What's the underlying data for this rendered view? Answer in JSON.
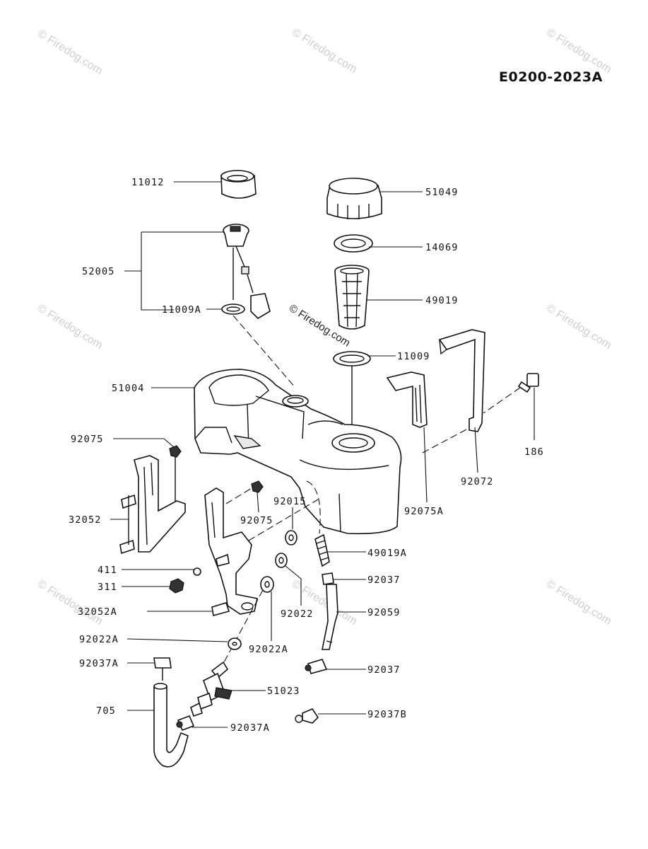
{
  "diagram_code": "E0200-2023A",
  "watermark_text": "© Firedog.com",
  "center_watermark_text": "© Firedog.com",
  "part_numbers": {
    "p11012": "11012",
    "p51049": "51049",
    "p14069": "14069",
    "p52005": "52005",
    "p49019": "49019",
    "p11009A": "11009A",
    "p11009": "11009",
    "p51004": "51004",
    "p92075": "92075",
    "p186": "186",
    "p32052": "32052",
    "p92075b": "92075",
    "p92015": "92015",
    "p92072": "92072",
    "p92075A": "92075A",
    "p49019A": "49019A",
    "p411": "411",
    "p311": "311",
    "p92037": "92037",
    "p92022": "92022",
    "p32052A": "32052A",
    "p92059": "92059",
    "p92022A_left": "92022A",
    "p92022A": "92022A",
    "p92037A_left": "92037A",
    "p92037b": "92037",
    "p51023": "51023",
    "p705": "705",
    "p92037A": "92037A",
    "p92037B": "92037B"
  }
}
